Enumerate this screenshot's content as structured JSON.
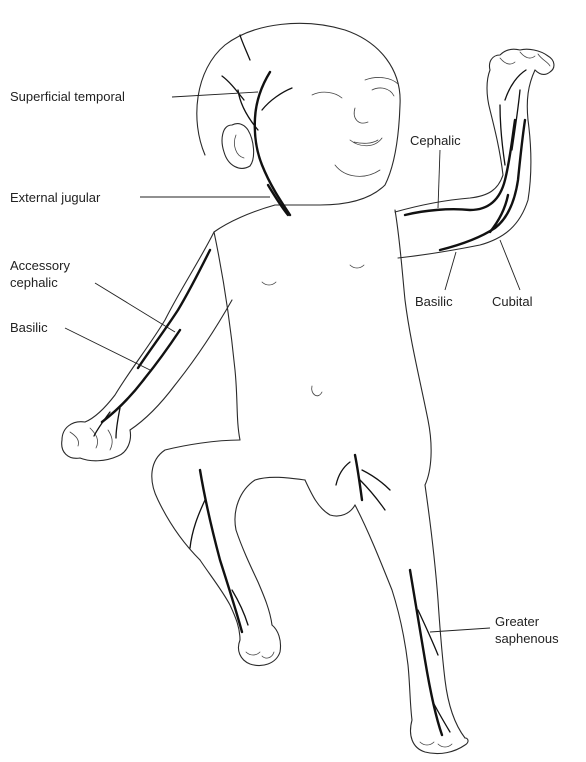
{
  "labels": {
    "superficial_temporal": "Superficial temporal",
    "external_jugular": "External jugular",
    "accessory_cephalic_1": "Accessory",
    "accessory_cephalic_2": "cephalic",
    "basilic_left": "Basilic",
    "cephalic": "Cephalic",
    "basilic_right": "Basilic",
    "cubital": "Cubital",
    "greater_saphenous_1": "Greater",
    "greater_saphenous_2": "saphenous"
  }
}
